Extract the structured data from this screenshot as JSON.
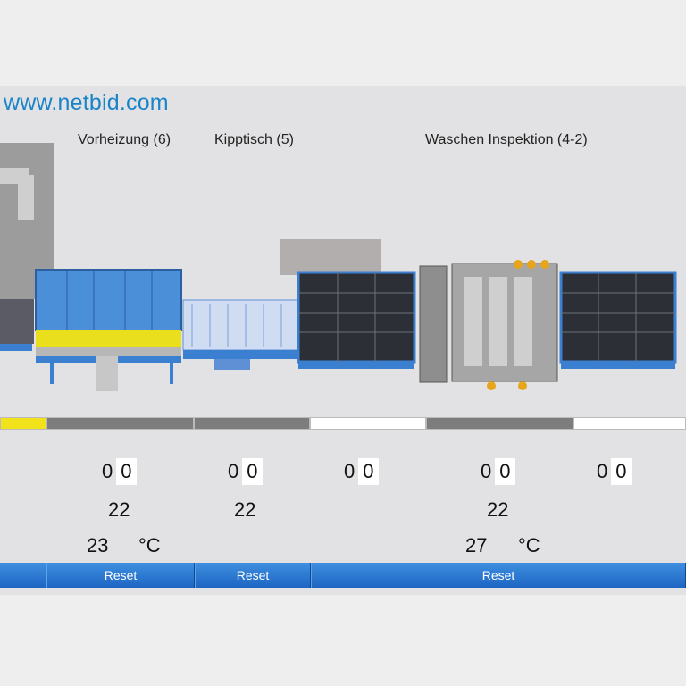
{
  "watermark": "www.netbid.com",
  "stations": [
    {
      "label": "Vorheizung (6)"
    },
    {
      "label": "Kipptisch (5)"
    },
    {
      "label": "Waschen Inspektion (4-2)"
    }
  ],
  "readouts": {
    "pairs": [
      {
        "a": "0",
        "b": "0"
      },
      {
        "a": "0",
        "b": "0"
      },
      {
        "a": "0",
        "b": "0"
      },
      {
        "a": "0",
        "b": "0"
      },
      {
        "a": "0",
        "b": "0"
      }
    ],
    "setpoints": [
      "22",
      "22",
      "22"
    ],
    "temps": [
      {
        "value": "23",
        "unit": "°C"
      },
      {
        "value": "27",
        "unit": "°C"
      }
    ]
  },
  "buttons": {
    "reset_1": "Reset",
    "reset_2": "Reset",
    "reset_3": "Reset"
  },
  "colors": {
    "accent": "#1a84c9",
    "status_active": "#f2e21b",
    "status_grey": "#7d7d7d",
    "status_white": "#ffffff",
    "reset_bar": "#2a78d4"
  }
}
